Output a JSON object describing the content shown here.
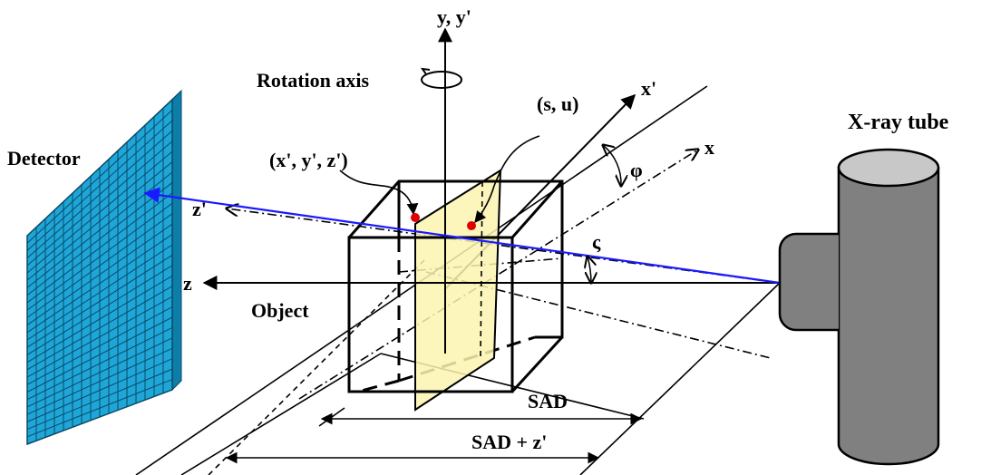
{
  "labels": {
    "y_axis": "y, y'",
    "rotation_axis": "Rotation axis",
    "x_prime": "x'",
    "x": "x",
    "su": "(s, u)",
    "xyz_prime": "(x', y', z')",
    "detector": "Detector",
    "xray_tube": "X-ray tube",
    "z_prime": "z'",
    "z": "z",
    "object": "Object",
    "phi": "φ",
    "varsigma": "ς",
    "sad": "SAD",
    "sad_plus_z": "SAD + z'"
  },
  "colors": {
    "detector_fill": "#1fa6d8",
    "detector_grid": "#0a4a66",
    "plane_fill": "#fbf5b0",
    "ray": "#1a1aff",
    "point": "#e00000",
    "tube_body": "#808080",
    "tube_top": "#c8c8c8"
  }
}
